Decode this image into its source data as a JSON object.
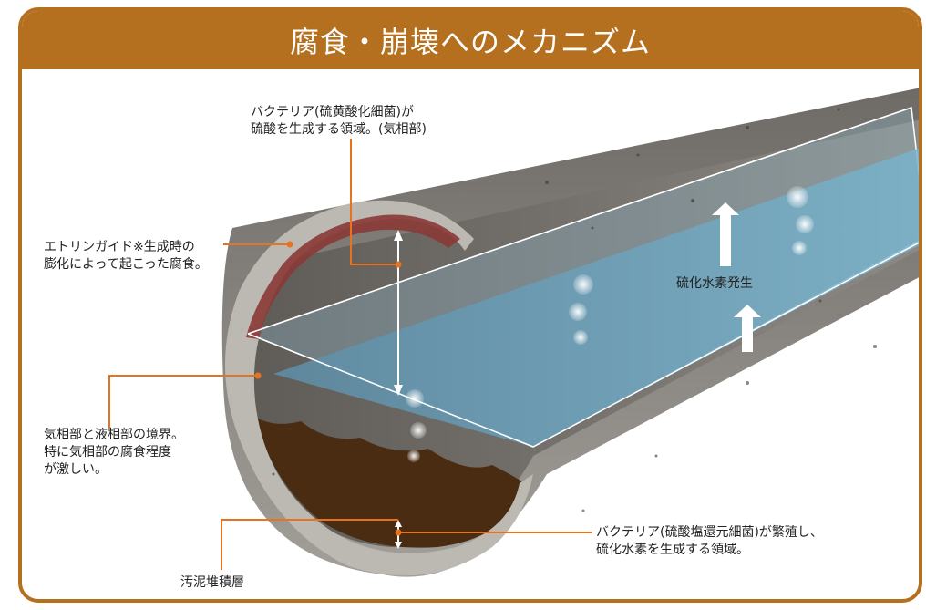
{
  "title": "腐食・崩壊へのメカニズム",
  "labels": {
    "gas_phase_bacteria": [
      "バクテリア(硫黄酸化細菌)が",
      "硫酸を生成する領域。(気相部)"
    ],
    "ettringite": [
      "エトリンガイド※生成時の",
      "膨化によって起こった腐食。"
    ],
    "boundary": [
      "気相部と液相部の境界。",
      "特に気相部の腐食程度",
      "が激しい。"
    ],
    "h2s": "硫化水素発生",
    "sludge": "汚泥堆積層",
    "liquid_bacteria": [
      "バクテリア(硫酸塩還元細菌)が繁殖し、",
      "硫化水素を生成する領域。"
    ]
  },
  "colors": {
    "accent": "#b4701e",
    "leader": "#e8731e",
    "concrete": "#9a9690",
    "water": "#6aa6c0",
    "sludge": "#4a2c12",
    "corrosion": "#8a3a36"
  }
}
